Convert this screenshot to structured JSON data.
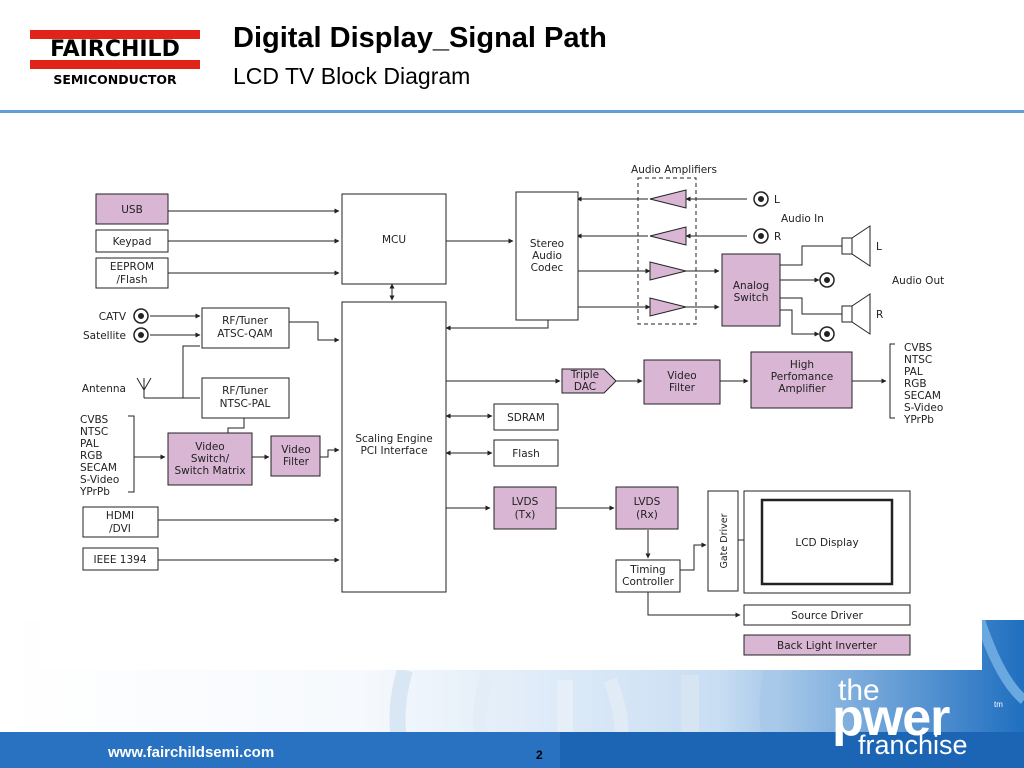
{
  "header": {
    "logo_top": "FAIRCHILD",
    "logo_bottom": "SEMICONDUCTOR",
    "title": "Digital Display_Signal Path",
    "subtitle": "LCD TV Block Diagram"
  },
  "diagram": {
    "usb": "USB",
    "keypad": "Keypad",
    "eeprom_line1": "EEPROM",
    "eeprom_line2": "/Flash",
    "mcu": "MCU",
    "stereo_line1": "Stereo",
    "stereo_line2": "Audio",
    "stereo_line3": "Codec",
    "audio_amplifiers": "Audio Amplifiers",
    "audio_in": "Audio In",
    "audio_out": "Audio Out",
    "left": "L",
    "right": "R",
    "analog_switch_line1": "Analog",
    "analog_switch_line2": "Switch",
    "catv": "CATV",
    "satellite": "Satellite",
    "antenna": "Antenna",
    "rf_tuner_1_line1": "RF/Tuner",
    "rf_tuner_1_line2": "ATSC-QAM",
    "rf_tuner_2_line1": "RF/Tuner",
    "rf_tuner_2_line2": "NTSC-PAL",
    "input_formats": [
      "CVBS",
      "NTSC",
      "PAL",
      "RGB",
      "SECAM",
      "S-Video",
      "YPrPb"
    ],
    "output_formats": [
      "CVBS",
      "NTSC",
      "PAL",
      "RGB",
      "SECAM",
      "S-Video",
      "YPrPb"
    ],
    "video_switch_line1": "Video",
    "video_switch_line2": "Switch/",
    "video_switch_line3": "Switch Matrix",
    "video_filter_1_line1": "Video",
    "video_filter_1_line2": "Filter",
    "hdmi_line1": "HDMI",
    "hdmi_line2": "/DVI",
    "ieee": "IEEE 1394",
    "scaling_line1": "Scaling Engine",
    "scaling_line2": "PCI Interface",
    "triple_dac_line1": "Triple",
    "triple_dac_line2": "DAC",
    "video_filter_2_line1": "Video",
    "video_filter_2_line2": "Filter",
    "hpa_line1": "High",
    "hpa_line2": "Perfomance",
    "hpa_line3": "Amplifier",
    "sdram": "SDRAM",
    "flash": "Flash",
    "lvds_tx_line1": "LVDS",
    "lvds_tx_line2": "(Tx)",
    "lvds_rx_line1": "LVDS",
    "lvds_rx_line2": "(Rx)",
    "gate_driver": "Gate Driver",
    "lcd_display": "LCD Display",
    "timing_line1": "Timing",
    "timing_line2": "Controller",
    "source_driver": "Source Driver",
    "back_light": "Back Light Inverter"
  },
  "footer": {
    "website": "www.fairchildsemi.com",
    "page_number": "2",
    "brand_the": "the",
    "brand_power": "pwer",
    "brand_franchise": "franchise",
    "brand_tm": "tm"
  },
  "colors": {
    "block_fill": "#d8b6d4",
    "accent_blue": "#5fa0d8",
    "logo_red": "#e2231a"
  }
}
